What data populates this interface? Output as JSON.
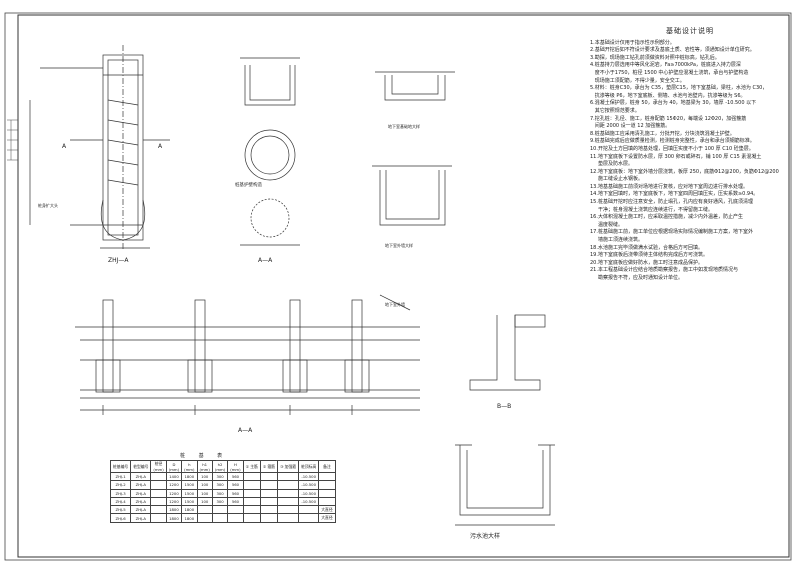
{
  "drawing": {
    "labels": {
      "pile_section": "ZHJ—A",
      "pile_plan_label": "A—A",
      "pile_top_label": "桩基护壁构造",
      "pit_section_label": "A—A",
      "pit_b_label": "B—B",
      "sump_label": "污水池大样",
      "tie_beam_label": "地下室基础地大样",
      "wall_detail_label": "地下室外墙大样",
      "tie_beam_note": "地下室外墙",
      "pile_note": "桩身扩大头",
      "mark_a": "A",
      "mark_a2": "A"
    }
  },
  "notes": {
    "title": "基础设计说明",
    "items": [
      "1.本基础设计仅用于指示性示例部分。",
      "2.基础开挖后如不符设计要求及基底土质、岩性等，须通知设计单位研究。",
      "3.勘探，现场施工钻孔前须做资料对照中桩标高，钻孔后。",
      "4.桩基持力层选用中等风化泥岩，Fa≥7000kPa，桩底进入持力层深\n   度不小于1750，桩径 1500 中心护壁应混凝土浇筑，承台与护壁构造\n   现场施工须配筋，不得少量，安全交工。",
      "5.材料：桩身C30，承台为 C35，垫层C15，地下室基础，梁柱，水池为 C30，\n   抗渗等级 P6，地下室底板、侧墙、水池与池壁内，抗渗等级为 S6。",
      "6.混凝土保护层，桩身 50，承台为 40，地基梁为 30，墙厚 -10.500 以下\n   其它按照规范要求。",
      "7.挖孔桩：孔径、施工，桩身配筋 15Φ20，每端设 12Φ20，加强箍筋\n   间距 2000 设一道 12 加强箍筋。",
      "8.桩基础施工应采用清孔施工，分批开挖，分块浇筑混凝土护壁。",
      "9.桩基础完成后应做质量检测，检测桩身完整性，承台和承台须钢筋标准。",
      "10.开挖及土方回填的地基处理，回填压实度不小于 100 厚 C10 砼垫层。",
      "11.地下室底板下设置防水层，厚 300 卵石或碎石，铺 100 厚 C15 素混凝土\n     垫层及防水层。",
      "12.地下室底板：地下室外墙分层浇筑，板厚 250，底筋Φ12@200，负筋Φ12@200\n     施工缝设止水钢板。",
      "13.地基基础施工前须对场地进行复核，应对地下室周边进行排水处理。",
      "14.地下室回填时，地下室底板下，地下室四周回填压实，压实系数≥0.94。",
      "15.桩基础开挖时应注意安全，防止塌孔，孔内应有良好通风，孔底须清理\n     干净；桩身混凝土浇筑应连续进行，不得留施工缝。",
      "16.大体积混凝土施工时，应采取温控措施，减少内外温差，防止产生\n     温度裂缝。",
      "17.桩基础施工前，施工单位应根据现场实际情况编制施工方案，地下室外\n     墙施工须连续浇筑。",
      "18.水池施工完毕须做满水试验，合格后方可回填。",
      "19.地下室底板后浇带须待主体结构完成后方可浇筑。",
      "20.地下室底板应做好防水，施工时注意成品保护。",
      "21.本工程基础设计应结合地质勘察报告，施工中如发现地质情况与\n     勘察报告不符，应及时通知设计单位。"
    ]
  },
  "table": {
    "title": "桩 基 表",
    "headers": [
      "桩基编号",
      "桩型编号",
      "桩径\n(mm)",
      "D\n(mm)",
      "h\n(mm)",
      "h1\n(mm)",
      "h2\n(mm)",
      "H\n(mm)",
      "① 主筋",
      "② 箍筋",
      "③ 加强箍",
      "桩顶标高",
      "备注"
    ],
    "rows": [
      [
        "ZHJ-1",
        "ZHJ-A",
        "",
        "1400",
        "1800",
        "100",
        "300",
        "560",
        "",
        "",
        "",
        "-10.500",
        ""
      ],
      [
        "ZHJ-2",
        "ZHJ-A",
        "",
        "1200",
        "1500",
        "100",
        "300",
        "560",
        "",
        "",
        "",
        "-10.500",
        ""
      ],
      [
        "ZHJ-3",
        "ZHJ-A",
        "",
        "1200",
        "1500",
        "100",
        "300",
        "560",
        "",
        "",
        "",
        "-10.500",
        ""
      ],
      [
        "ZHJ-4",
        "ZHJ-A",
        "",
        "1200",
        "1500",
        "100",
        "300",
        "560",
        "",
        "",
        "",
        "-10.500",
        ""
      ],
      [
        "ZHJ-5",
        "ZHJ-A",
        "",
        "1800",
        "1800",
        "",
        "",
        "",
        "",
        "",
        "",
        "",
        "大直径"
      ],
      [
        "ZHJ-6",
        "ZHJ-A",
        "",
        "1800",
        "1800",
        "",
        "",
        "",
        "",
        "",
        "",
        "",
        "大直径"
      ]
    ]
  },
  "colors": {
    "line": "#333333",
    "accent": "#555555"
  }
}
